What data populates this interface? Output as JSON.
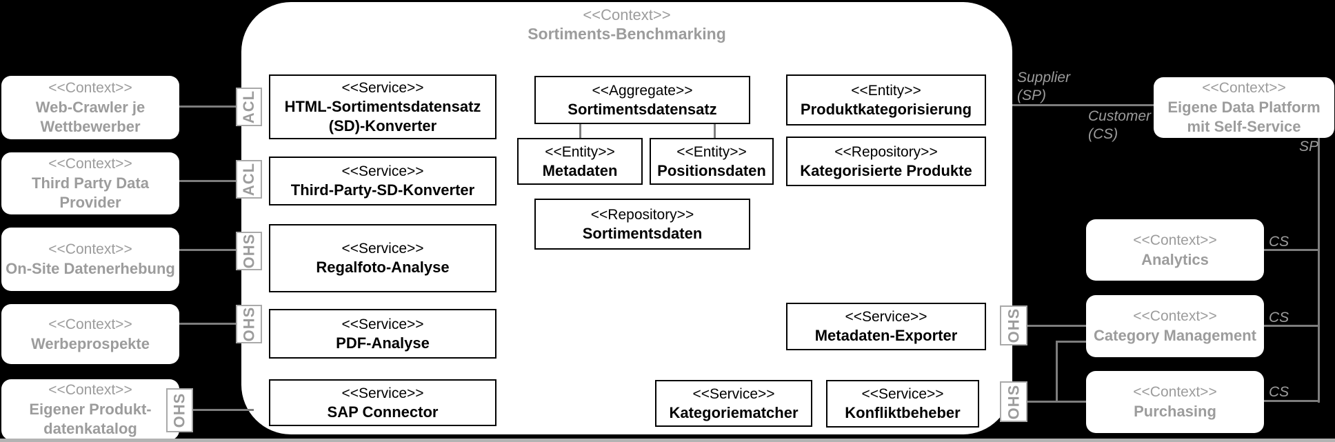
{
  "diagram": {
    "title": {
      "stereotype": "<<Context>>",
      "name": "Sortiments-Benchmarking"
    },
    "left_contexts": [
      {
        "stereotype": "<<Context>>",
        "name": "Web-Crawler je Wettbewerber"
      },
      {
        "stereotype": "<<Context>>",
        "name": "Third Party Data Provider"
      },
      {
        "stereotype": "<<Context>>",
        "name": "On-Site Datenerhebung"
      },
      {
        "stereotype": "<<Context>>",
        "name": "Werbeprospekte"
      },
      {
        "stereotype": "<<Context>>",
        "name": "Eigener Produkt-datenkatalog"
      }
    ],
    "inner_boxes": [
      {
        "stereotype": "<<Service>>",
        "name": "HTML-Sortimentsdatensatz (SD)-Konverter"
      },
      {
        "stereotype": "<<Service>>",
        "name": "Third-Party-SD-Konverter"
      },
      {
        "stereotype": "<<Service>>",
        "name": "Regalfoto-Analyse"
      },
      {
        "stereotype": "<<Service>>",
        "name": "PDF-Analyse"
      },
      {
        "stereotype": "<<Service>>",
        "name": "SAP Connector"
      },
      {
        "stereotype": "<<Aggregate>>",
        "name": "Sortimentsdatensatz"
      },
      {
        "stereotype": "<<Entity>>",
        "name": "Metadaten"
      },
      {
        "stereotype": "<<Entity>>",
        "name": "Positionsdaten"
      },
      {
        "stereotype": "<<Repository>>",
        "name": "Sortimentsdaten"
      },
      {
        "stereotype": "<<Entity>>",
        "name": "Produktkategorisierung"
      },
      {
        "stereotype": "<<Repository>>",
        "name": "Kategorisierte Produkte"
      },
      {
        "stereotype": "<<Service>>",
        "name": "Metadaten-Exporter"
      },
      {
        "stereotype": "<<Service>>",
        "name": "Kategoriematcher"
      },
      {
        "stereotype": "<<Service>>",
        "name": "Konfliktbeheber"
      }
    ],
    "right_contexts": [
      {
        "stereotype": "<<Context>>",
        "name": "Eigene Data Platform mit Self-Service"
      },
      {
        "stereotype": "<<Context>>",
        "name": "Analytics"
      },
      {
        "stereotype": "<<Context>>",
        "name": "Category Management"
      },
      {
        "stereotype": "<<Context>>",
        "name": "Purchasing"
      }
    ],
    "ports": {
      "left": [
        "ACL",
        "ACL",
        "OHS",
        "OHS",
        "OHS"
      ],
      "right": [
        "OHS",
        "OHS"
      ]
    },
    "labels": {
      "supplier": "Supplier\n(SP)",
      "customer": "Customer\n(CS)",
      "sp": "SP",
      "cs_analytics": "CS",
      "cs_category_management": "CS",
      "cs_purchasing": "CS"
    },
    "colors": {
      "background": "#000000",
      "box_fill": "#ffffff",
      "node_border": "#000000",
      "context_text": "#9c9c9c",
      "connector": "#7d7d7d",
      "port_border": "#a9a9a9"
    }
  }
}
